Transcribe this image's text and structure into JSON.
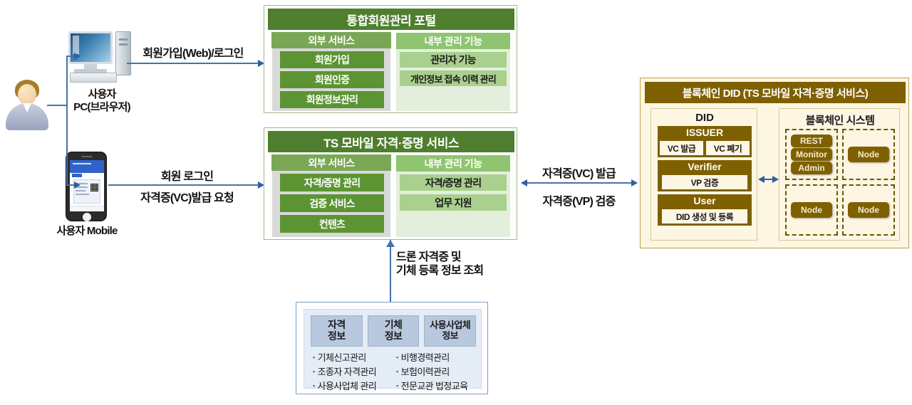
{
  "actors": {
    "user_icon": "person-icon",
    "pc": {
      "label_line1": "사용자",
      "label_line2": "PC(브라우저)",
      "icon": "desktop-computer-icon"
    },
    "mobile": {
      "label": "사용자 Mobile",
      "icon": "smartphone-icon"
    }
  },
  "flows": {
    "pc_to_portal": "회원가입(Web)/로그인",
    "mobile_to_ts_line1": "회원 로그인",
    "mobile_to_ts_line2": "자격증(VC)발급 요청",
    "ts_to_did_line1": "자격증(VC) 발급",
    "ts_to_did_line2": "자격증(VP) 검증",
    "ts_to_db_line1": "드론 자격증 및",
    "ts_to_db_line2": "기체 등록 정보 조회"
  },
  "portal": {
    "title": "통합회원관리 포털",
    "external": {
      "header": "외부 서비스",
      "items": [
        "회원가입",
        "회원인증",
        "회원정보관리"
      ]
    },
    "internal": {
      "header": "내부 관리 기능",
      "items": [
        "관리자 기능",
        "개인정보 접속 이력 관리"
      ]
    }
  },
  "ts_service": {
    "title": "TS 모바일 자격·증명 서비스",
    "external": {
      "header": "외부 서비스",
      "items": [
        "자격/증명 관리",
        "검증 서비스",
        "컨텐츠"
      ]
    },
    "internal": {
      "header": "내부 관리 기능",
      "items": [
        "자격/증명 관리",
        "업무 지원"
      ]
    }
  },
  "blockchain": {
    "title": "블록체인 DID (TS 모바일 자격·증명 서비스)",
    "did": {
      "header": "DID",
      "groups": [
        {
          "name": "ISSUER",
          "items": [
            "VC 발급",
            "VC 폐기"
          ]
        },
        {
          "name": "Verifier",
          "items": [
            "VP 검증"
          ]
        },
        {
          "name": "User",
          "items": [
            "DID 생성 및 등록"
          ]
        }
      ]
    },
    "system": {
      "header": "블록체인 시스템",
      "cells": [
        {
          "nodes": [
            "REST",
            "Monitor",
            "Admin"
          ]
        },
        {
          "nodes": [
            "Node"
          ]
        },
        {
          "nodes": [
            "Node"
          ]
        },
        {
          "nodes": [
            "Node"
          ]
        }
      ]
    }
  },
  "database": {
    "tiles": [
      {
        "line1": "자격",
        "line2": "정보"
      },
      {
        "line1": "기체",
        "line2": "정보"
      },
      {
        "line1": "사용사업체",
        "line2": "정보"
      }
    ],
    "bullets_left": [
      "기체신고관리",
      "조종자 자격관리",
      "사용사업체 관리"
    ],
    "bullets_right": [
      "비행경력관리",
      "보험이력관리",
      "전문교관 법정교육"
    ],
    "bullet_glyph": "▪"
  },
  "colors": {
    "portal_header_green": "#4f7f2e",
    "chip_dark_green": "#5c9434",
    "chip_light_green": "#a9d08e",
    "panel_gray": "#d9d9d9",
    "panel_light_green": "#e3efdc",
    "blockchain_olive": "#7f6000",
    "blockchain_cream": "#fdf6e3",
    "db_tile_blue": "#b8c8de",
    "arrow_blue": "#4573a7"
  }
}
